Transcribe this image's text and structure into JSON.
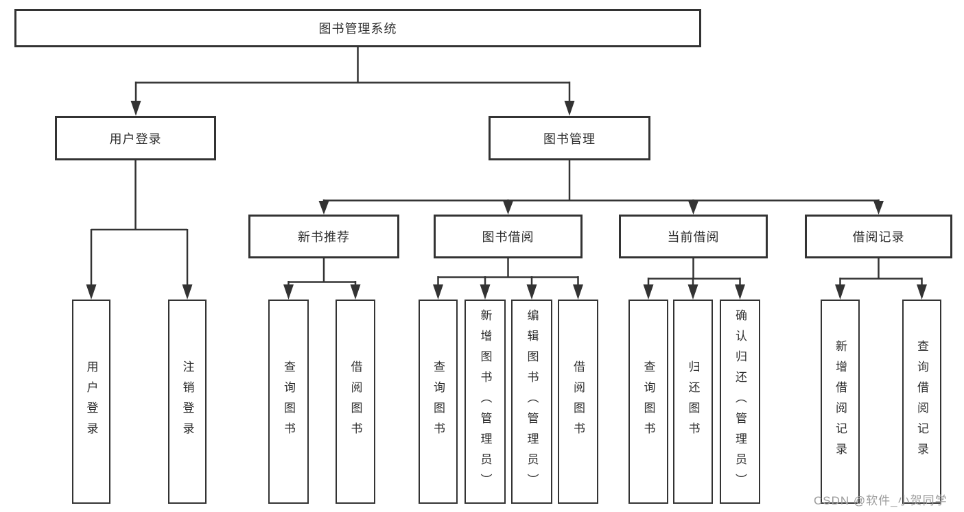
{
  "diagram_type": "tree",
  "root": {
    "label": "图书管理系统",
    "children": [
      {
        "label": "用户登录",
        "children": [
          {
            "label": "用户登录"
          },
          {
            "label": "注销登录"
          }
        ]
      },
      {
        "label": "图书管理",
        "children": [
          {
            "label": "新书推荐",
            "children": [
              {
                "label": "查询图书"
              },
              {
                "label": "借阅图书"
              }
            ]
          },
          {
            "label": "图书借阅",
            "children": [
              {
                "label": "查询图书"
              },
              {
                "label": "新增图书（管理员）"
              },
              {
                "label": "编辑图书（管理员）"
              },
              {
                "label": "借阅图书"
              }
            ]
          },
          {
            "label": "当前借阅",
            "children": [
              {
                "label": "查询图书"
              },
              {
                "label": "归还图书"
              },
              {
                "label": "确认归还（管理员）"
              }
            ]
          },
          {
            "label": "借阅记录",
            "children": [
              {
                "label": "新增借阅记录"
              },
              {
                "label": "查询借阅记录"
              }
            ]
          }
        ]
      }
    ]
  },
  "watermark": {
    "text": "CSDN @软件_小贺同学"
  },
  "colors": {
    "line": "#333333",
    "box_border": "#333333",
    "box_fill": "#ffffff",
    "text": "#2f2f2f",
    "watermark_text": "#9b9b9b",
    "background": "#ffffff"
  }
}
